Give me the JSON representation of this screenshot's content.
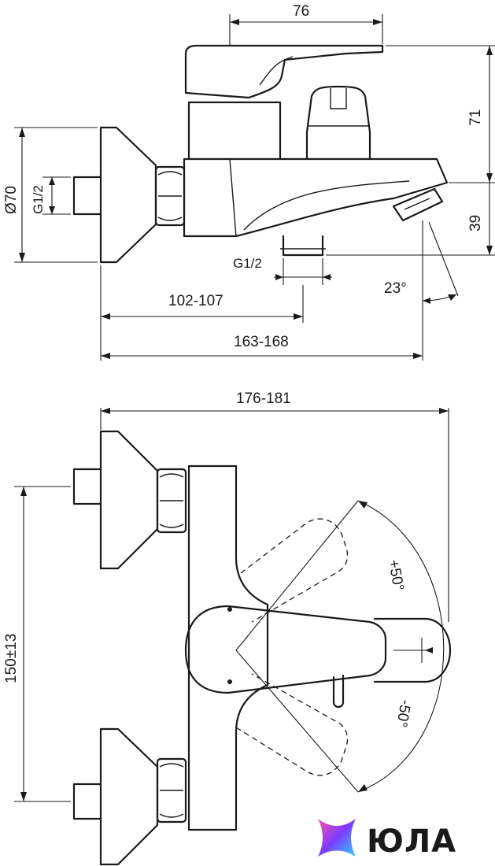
{
  "dimensions": {
    "top_width": "76",
    "height_body": "71",
    "height_spout": "39",
    "diameter": "Ø70",
    "inlet_thread": "G1/2",
    "outlet_thread": "G1/2",
    "spout_angle": "23°",
    "depth_inlet": "102-107",
    "depth_spout": "163-168",
    "total_depth": "176-181",
    "centers": "150±13",
    "rotation_plus": "+50°",
    "rotation_minus": "-50°"
  },
  "brand": {
    "name": "ЮЛА",
    "colors": [
      "#ff4fa3",
      "#7b3cff",
      "#2fd3ff"
    ]
  }
}
